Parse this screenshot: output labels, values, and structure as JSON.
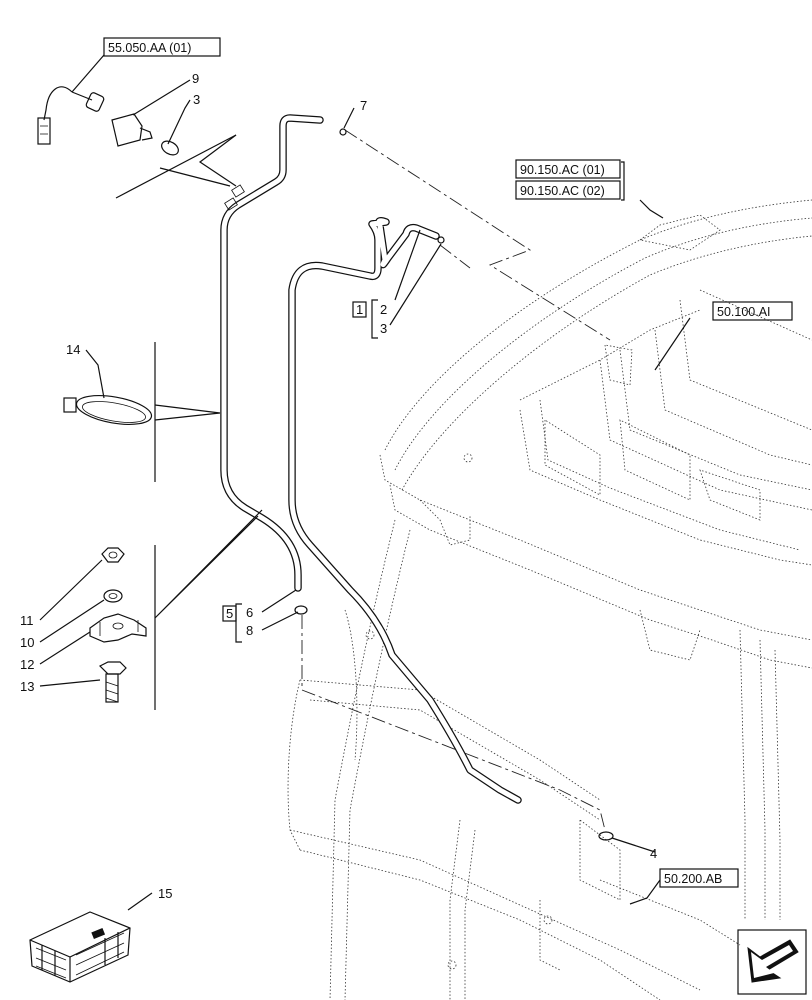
{
  "references": {
    "ref_55050": "55.050.AA (01)",
    "ref_90150_1": "90.150.AC (01)",
    "ref_90150_2": "90.150.AC (02)",
    "ref_50100": "50.100.AI",
    "ref_50200": "50.200.AB"
  },
  "callouts": {
    "c1": "1",
    "c2": "2",
    "c3": "3",
    "c3b": "3",
    "c4": "4",
    "c5": "5",
    "c6": "6",
    "c7": "7",
    "c8": "8",
    "c9": "9",
    "c10": "10",
    "c11": "11",
    "c12": "12",
    "c13": "13",
    "c14": "14",
    "c15": "15"
  },
  "icons": {
    "nav": "arrow-left-down-icon"
  }
}
